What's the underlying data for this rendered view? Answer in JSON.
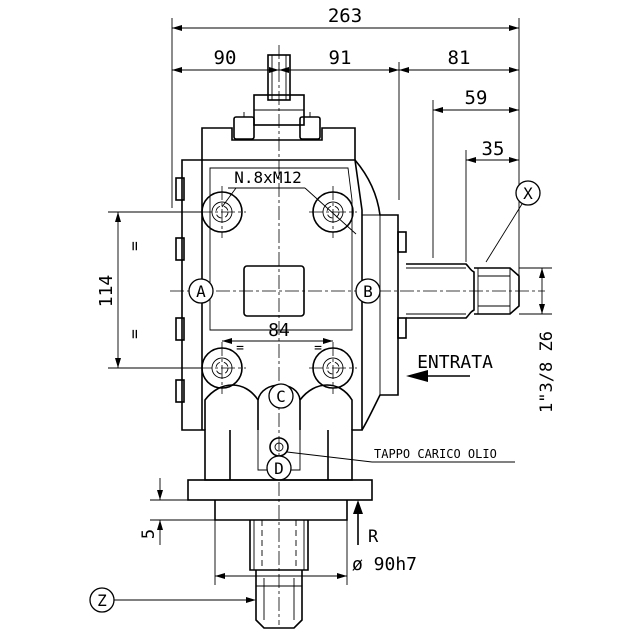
{
  "dimensions": {
    "overall_width": "263",
    "left_to_shaft": "90",
    "shaft_to_flange": "91",
    "flange_to_end": "81",
    "input_shaft_length": "59",
    "spline_length": "35",
    "bolt_spacing_vertical": "114",
    "bolt_spacing_horizontal": "84",
    "flange_thickness": "5",
    "equal_mark": "="
  },
  "labels": {
    "bolts": "N.8xM12",
    "input": "ENTRATA",
    "oil_plug": "TAPPO CARICO OLIO",
    "input_spline": "1\"3/8 Z6",
    "pilot_diameter": "ø 90h7",
    "rotation": "R"
  },
  "markers": {
    "a": "A",
    "b": "B",
    "c": "C",
    "d": "D",
    "x": "X",
    "z": "Z"
  }
}
